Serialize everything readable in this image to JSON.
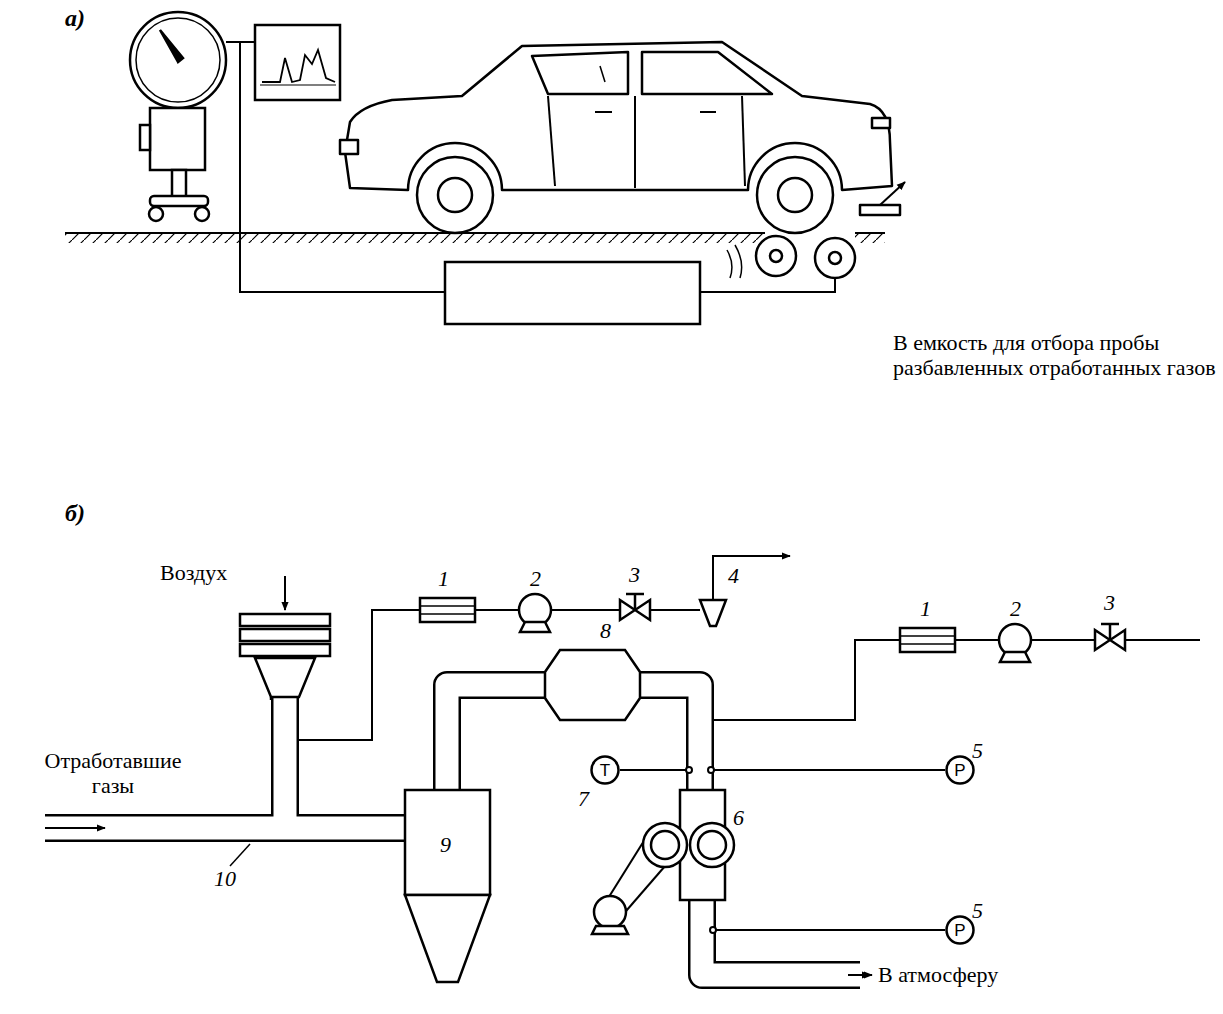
{
  "diagram": {
    "nodes": [
      {
        "text": [
          "T"
        ]
      },
      {
        "text": [
          "P"
        ]
      },
      {
        "text": [
          "P"
        ]
      }
    ],
    "labels": [
      "а)",
      "б)",
      "Воздух",
      "Отработавшие газы",
      "В емкость для отбора пробы разбавленных отработанных газов",
      "В атмосферу",
      "1",
      "2",
      "3",
      "4",
      "1",
      "2",
      "3",
      "5",
      "5",
      "6",
      "7",
      "8",
      "9",
      "10"
    ]
  }
}
